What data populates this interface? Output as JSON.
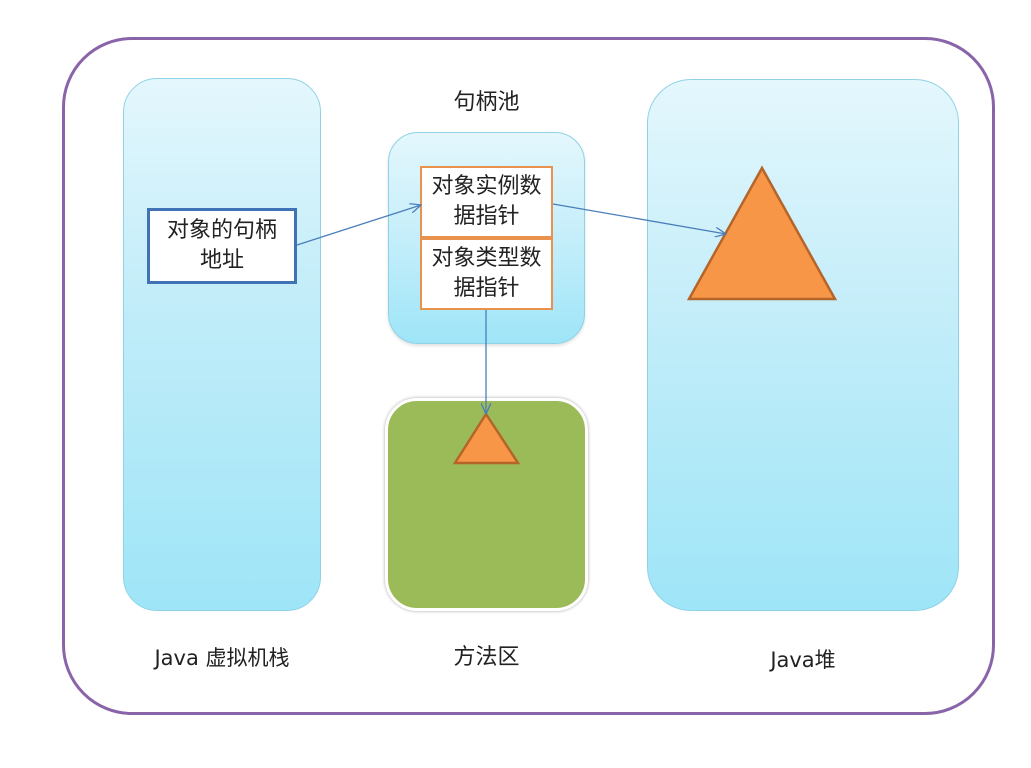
{
  "diagram": {
    "handle_pool_title": "句柄池",
    "handle_address": "对象的句柄地址",
    "instance_pointer": "对象实例数据指针",
    "type_pointer": "对象类型数据指针",
    "stack_label": "Java 虚拟机栈",
    "method_area_label": "方法区",
    "heap_label": "Java堆"
  },
  "colors": {
    "frame": "#8a64a8",
    "region_fill": "#9ee5f8",
    "method_area_fill": "#9bbb59",
    "triangle_fill": "#f79646",
    "triangle_stroke": "#b5652a",
    "cell_border": "#e8924e",
    "handle_border": "#3f73b6",
    "arrow": "#4a7ebb"
  },
  "icons": [
    "object-instance-triangle",
    "object-type-triangle"
  ]
}
